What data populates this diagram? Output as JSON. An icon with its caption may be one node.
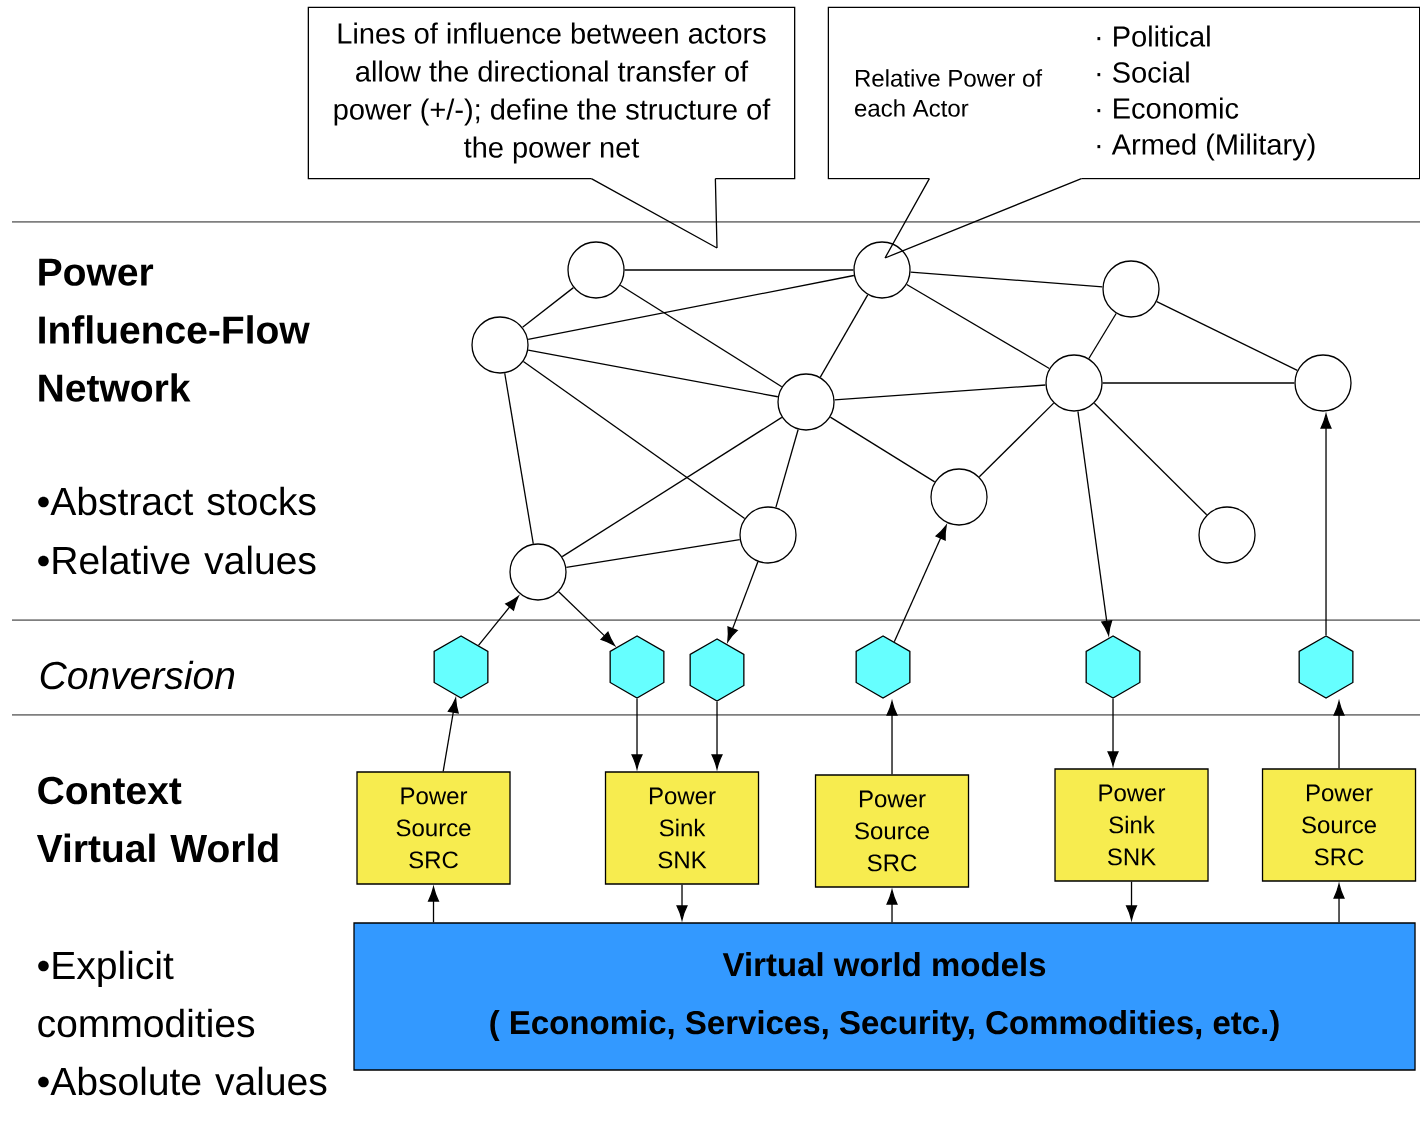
{
  "diagram": {
    "nodes": [
      {
        "text": [
          "Lines of influence between actors allow the directional transfer of power (+/-); define the structure of the power net"
        ]
      },
      {
        "text": [
          "Relative Power of each Actor",
          "· Political",
          "· Social",
          "· Economic",
          "· Armed (Military)"
        ]
      },
      {
        "text": [],
        "shape": "circle"
      },
      {
        "text": [],
        "shape": "circle"
      },
      {
        "text": [],
        "shape": "circle"
      },
      {
        "text": [],
        "shape": "circle"
      },
      {
        "text": [],
        "shape": "circle"
      },
      {
        "text": [],
        "shape": "circle"
      },
      {
        "text": [],
        "shape": "circle"
      },
      {
        "text": [],
        "shape": "circle"
      },
      {
        "text": [],
        "shape": "circle"
      },
      {
        "text": [],
        "shape": "circle"
      },
      {
        "text": [],
        "shape": "circle"
      },
      {
        "text": [],
        "shape": "hexagon"
      },
      {
        "text": [],
        "shape": "hexagon"
      },
      {
        "text": [],
        "shape": "hexagon"
      },
      {
        "text": [],
        "shape": "hexagon"
      },
      {
        "text": [],
        "shape": "hexagon"
      },
      {
        "text": [],
        "shape": "hexagon"
      },
      {
        "text": [
          "Power Source SRC"
        ]
      },
      {
        "text": [
          "Power Sink SNK"
        ]
      },
      {
        "text": [
          "Power Source SRC"
        ]
      },
      {
        "text": [
          "Power Sink SNK"
        ]
      },
      {
        "text": [
          "Power Source SRC"
        ]
      },
      {
        "text": [
          "Virtual world models",
          "( Economic, Services, Security, Commodities, etc.)"
        ]
      }
    ],
    "edges": [
      {
        "from": 2,
        "to": 3,
        "arrow": "none"
      },
      {
        "from": 2,
        "to": 5,
        "arrow": "none"
      },
      {
        "from": 2,
        "to": 6,
        "arrow": "none"
      },
      {
        "from": 5,
        "to": 3,
        "arrow": "none"
      },
      {
        "from": 5,
        "to": 6,
        "arrow": "none"
      },
      {
        "from": 5,
        "to": 10,
        "arrow": "none"
      },
      {
        "from": 5,
        "to": 12,
        "arrow": "none"
      },
      {
        "from": 3,
        "to": 6,
        "arrow": "none"
      },
      {
        "from": 3,
        "to": 4,
        "arrow": "none"
      },
      {
        "from": 3,
        "to": 7,
        "arrow": "none"
      },
      {
        "from": 4,
        "to": 7,
        "arrow": "none"
      },
      {
        "from": 4,
        "to": 8,
        "arrow": "none"
      },
      {
        "from": 6,
        "to": 7,
        "arrow": "none"
      },
      {
        "from": 6,
        "to": 12,
        "arrow": "none"
      },
      {
        "from": 6,
        "to": 9,
        "arrow": "none"
      },
      {
        "from": 6,
        "to": 10,
        "arrow": "none"
      },
      {
        "from": 7,
        "to": 9,
        "arrow": "none"
      },
      {
        "from": 7,
        "to": 8,
        "arrow": "none"
      },
      {
        "from": 7,
        "to": 11,
        "arrow": "none"
      },
      {
        "from": 12,
        "to": 10,
        "arrow": "none"
      },
      {
        "from": 13,
        "to": 12,
        "arrow": "to"
      },
      {
        "from": 19,
        "to": 13,
        "arrow": "to"
      },
      {
        "from": 12,
        "to": 14,
        "arrow": "to"
      },
      {
        "from": 14,
        "to": 20,
        "arrow": "to"
      },
      {
        "from": 10,
        "to": 15,
        "arrow": "to"
      },
      {
        "from": 15,
        "to": 20,
        "arrow": "to"
      },
      {
        "from": 21,
        "to": 16,
        "arrow": "to"
      },
      {
        "from": 16,
        "to": 9,
        "arrow": "to"
      },
      {
        "from": 7,
        "to": 17,
        "arrow": "to"
      },
      {
        "from": 17,
        "to": 22,
        "arrow": "to"
      },
      {
        "from": 23,
        "to": 18,
        "arrow": "to"
      },
      {
        "from": 18,
        "to": 8,
        "arrow": "to"
      },
      {
        "from": 24,
        "to": 19,
        "arrow": "to"
      },
      {
        "from": 20,
        "to": 24,
        "arrow": "to"
      },
      {
        "from": 24,
        "to": 21,
        "arrow": "to"
      },
      {
        "from": 22,
        "to": 24,
        "arrow": "to"
      },
      {
        "from": 24,
        "to": 23,
        "arrow": "to"
      },
      {
        "from": 0,
        "to": null,
        "arrow": "none"
      },
      {
        "from": 1,
        "to": 3,
        "arrow": "none"
      }
    ],
    "labels": [
      "Power Influence-Flow Network",
      "•Abstract stocks",
      "•Relative values",
      "Conversion",
      "Context Virtual World",
      "•Explicit commodities",
      "•Absolute values"
    ]
  }
}
